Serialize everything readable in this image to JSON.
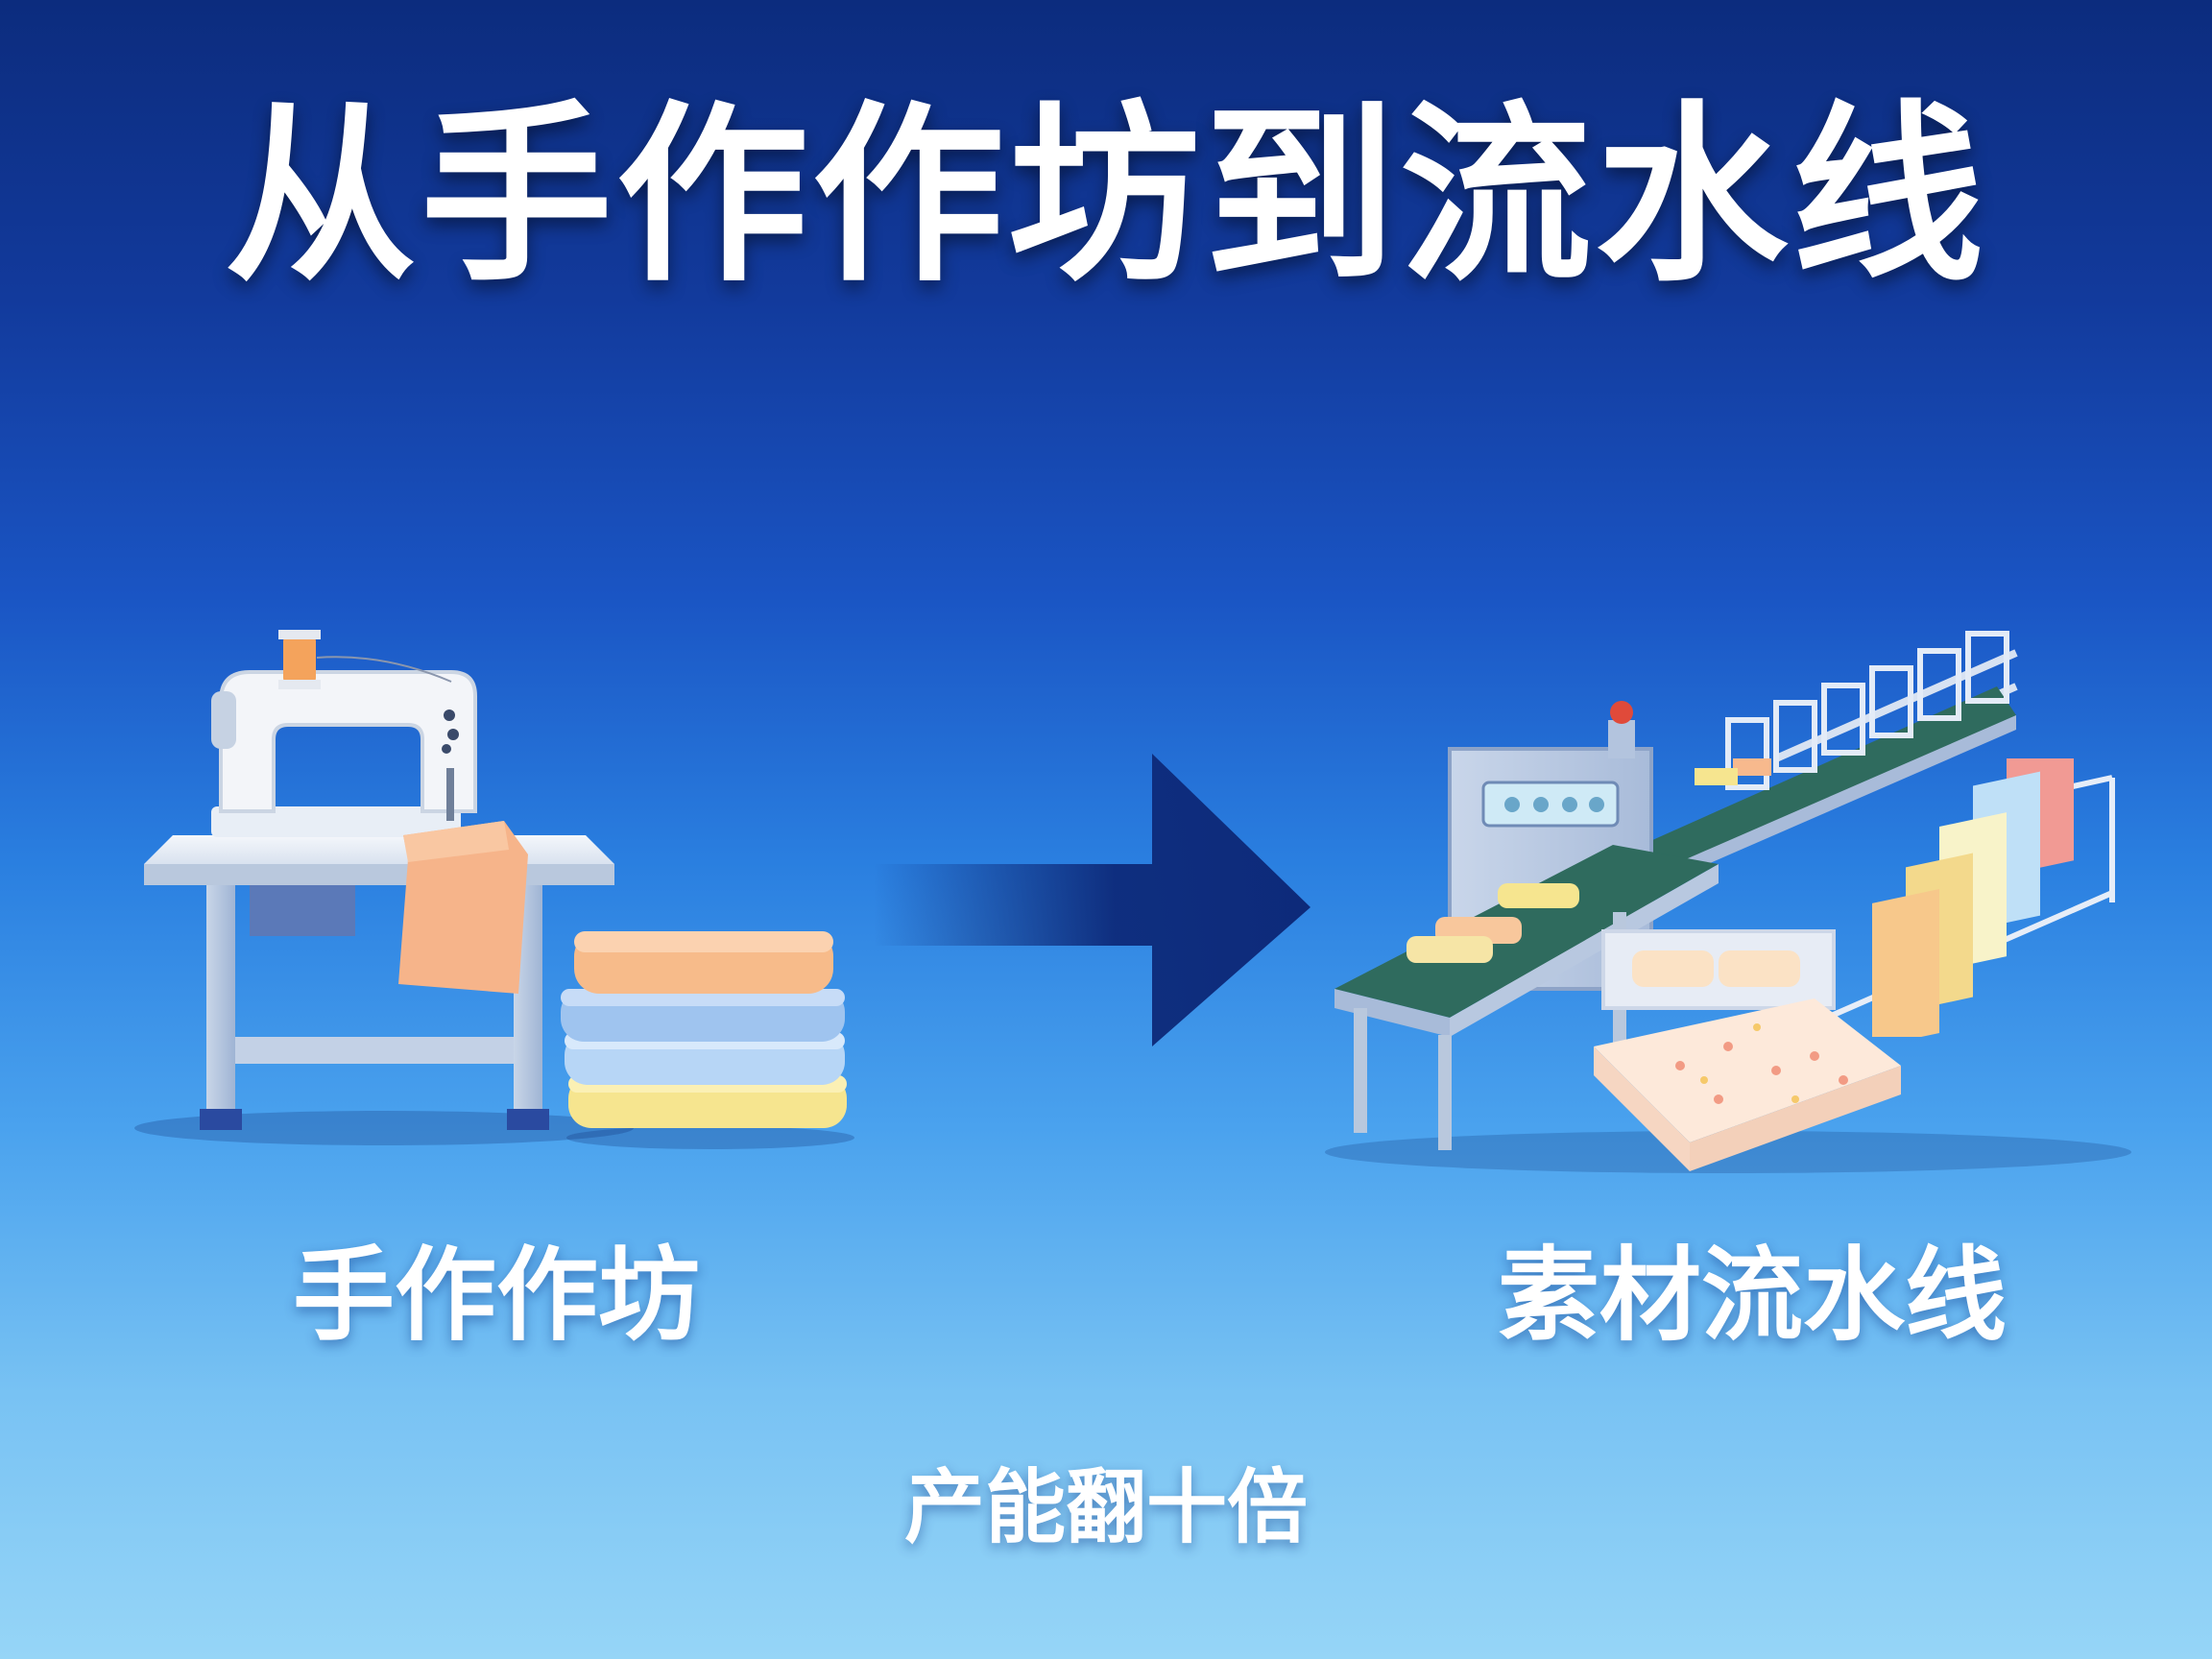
{
  "title": "从手作作坊到流水线",
  "left": {
    "label": "手作作坊"
  },
  "right": {
    "label": "素材流水线"
  },
  "caption": "产能翻十倍",
  "icons": {
    "left_scene": "sewing-machine-table-icon",
    "left_stack": "folded-fabric-stack-icon",
    "arrow": "right-arrow-icon",
    "right_scene": "conveyor-production-line-icon",
    "bed": "bed-with-quilt-icon",
    "rack": "textile-rack-icon"
  },
  "colors": {
    "bg_top": "#0c2c7e",
    "bg_bottom": "#96d5f7",
    "arrow": "#0d2a7a",
    "belt": "#2f6b5e",
    "text": "#ffffff"
  }
}
